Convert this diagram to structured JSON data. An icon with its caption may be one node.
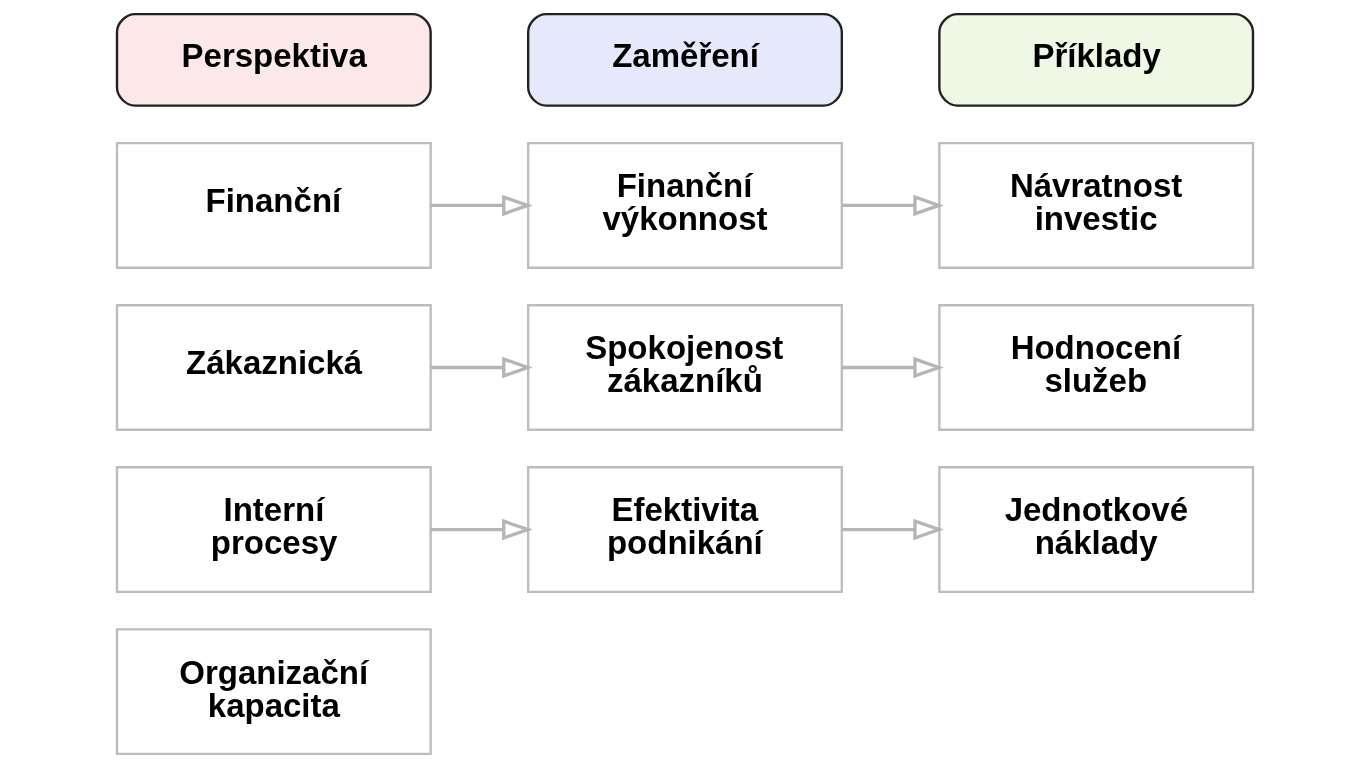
{
  "diagram": {
    "nodes": [
      {
        "text": [
          "Perspektiva"
        ]
      },
      {
        "text": [
          "Zaměření"
        ]
      },
      {
        "text": [
          "Příklady"
        ]
      },
      {
        "text": [
          "Finanční"
        ]
      },
      {
        "text": [
          "Finanční výkonnost"
        ]
      },
      {
        "text": [
          "Návratnost investic"
        ]
      },
      {
        "text": [
          "Zákaznická"
        ]
      },
      {
        "text": [
          "Spokojenost zákazníků"
        ]
      },
      {
        "text": [
          "Hodnocení služeb"
        ]
      },
      {
        "text": [
          "Interní procesy"
        ]
      },
      {
        "text": [
          "Efektivita podnikání"
        ]
      },
      {
        "text": [
          "Jednotkové náklady"
        ]
      },
      {
        "text": [
          "Organizační kapacita"
        ]
      }
    ],
    "edges": [
      {
        "from": 3,
        "to": 4,
        "arrow": "to"
      },
      {
        "from": 4,
        "to": 5,
        "arrow": "to"
      },
      {
        "from": 6,
        "to": 7,
        "arrow": "to"
      },
      {
        "from": 7,
        "to": 8,
        "arrow": "to"
      },
      {
        "from": 9,
        "to": 10,
        "arrow": "to"
      },
      {
        "from": 10,
        "to": 11,
        "arrow": "to"
      }
    ]
  }
}
